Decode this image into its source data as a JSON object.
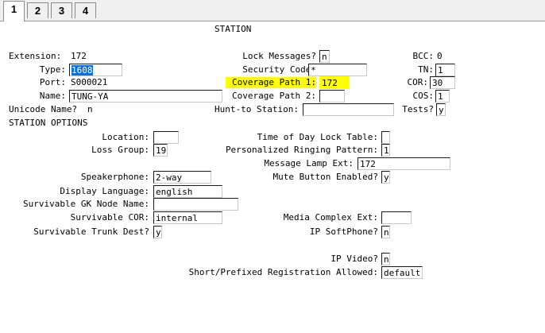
{
  "tabs": [
    "1",
    "2",
    "3",
    "4"
  ],
  "title": "STATION",
  "left": {
    "extension_label": "Extension:",
    "extension_value": "172",
    "type_label": "Type:",
    "type_value": "1608",
    "port_label": "Port:",
    "port_value": "S000021",
    "name_label": "Name:",
    "name_value": "TUNG-YA",
    "unicode_label": "Unicode Name?",
    "unicode_value": "n"
  },
  "middle": {
    "lock_messages_label": "Lock Messages?",
    "lock_messages_value": "n",
    "security_code_label": "Security Code:",
    "security_code_value": "*",
    "coverage1_label": "Coverage Path 1:",
    "coverage1_value": "172",
    "coverage2_label": "Coverage Path 2:",
    "coverage2_value": "",
    "hunt_label": "Hunt-to Station:",
    "hunt_value": ""
  },
  "right": {
    "bcc_label": "BCC:",
    "bcc_value": "0",
    "tn_label": "TN:",
    "tn_value": "1",
    "cor_label": "COR:",
    "cor_value": "30",
    "cos_label": "COS:",
    "cos_value": "1",
    "tests_label": "Tests?",
    "tests_value": "y"
  },
  "options": {
    "header": "STATION OPTIONS",
    "location_label": "Location:",
    "location_value": "",
    "loss_group_label": "Loss Group:",
    "loss_group_value": "19",
    "tod_lock_label": "Time of Day Lock Table:",
    "tod_lock_value": "",
    "ringing_label": "Personalized Ringing Pattern:",
    "ringing_value": "1",
    "lamp_label": "Message Lamp Ext:",
    "lamp_value": "172",
    "speakerphone_label": "Speakerphone:",
    "speakerphone_value": "2-way",
    "mute_label": "Mute Button Enabled?",
    "mute_value": "y",
    "language_label": "Display Language:",
    "language_value": "english",
    "gk_label": "Survivable GK Node Name:",
    "gk_value": "",
    "surv_cor_label": "Survivable COR:",
    "surv_cor_value": "internal",
    "media_label": "Media Complex Ext:",
    "media_value": "",
    "trunk_label": "Survivable Trunk Dest?",
    "trunk_value": "y",
    "ip_soft_label": "IP SoftPhone?",
    "ip_soft_value": "n",
    "ip_video_label": "IP Video?",
    "ip_video_value": "n",
    "short_reg_label": "Short/Prefixed Registration Allowed:",
    "short_reg_value": "default"
  },
  "colors": {
    "highlight": "#ffff00",
    "selection": "#0a6fd6"
  }
}
